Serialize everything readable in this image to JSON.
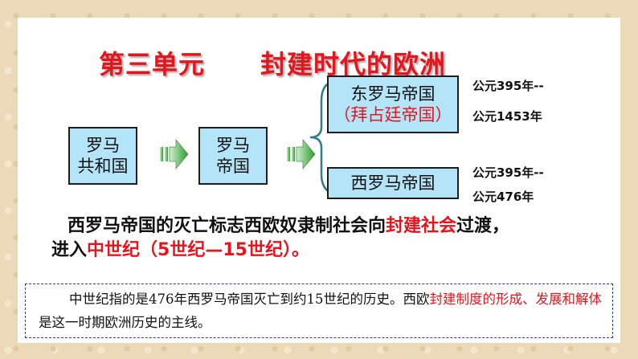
{
  "title": {
    "part1": "第三单元",
    "part2": "封建时代的欧洲"
  },
  "boxes": {
    "republic": {
      "line1": "罗马",
      "line2": "共和国"
    },
    "empire": {
      "line1": "罗马",
      "line2": "帝国"
    },
    "east": {
      "line1": "东罗马帝国",
      "line2": "（拜占廷帝国）"
    },
    "west": {
      "line1": "西罗马帝国"
    }
  },
  "dates": {
    "east_start": "公元395年--",
    "east_end": "公元1453年",
    "west_start": "公元395年--",
    "west_end": "公元476年"
  },
  "paragraph": {
    "seg1": "西罗马帝国的灭亡标志西欧奴隶制社会向",
    "seg2": "封建社会",
    "seg3": "过渡，",
    "seg4": "进入",
    "seg5": "中世纪（5世纪—15世纪）",
    "seg6": "。"
  },
  "note": {
    "seg1": "中世纪指的是476年西罗马帝国灭亡到约15世纪的历史。西欧",
    "seg2": "封建制度的形成、发展和解体",
    "seg3": "是这一时期欧洲历史的主线。"
  },
  "colors": {
    "accent_red": "#e8141c",
    "box_fill": "#b3e4f7",
    "arrow_green": "#3aa63a"
  }
}
